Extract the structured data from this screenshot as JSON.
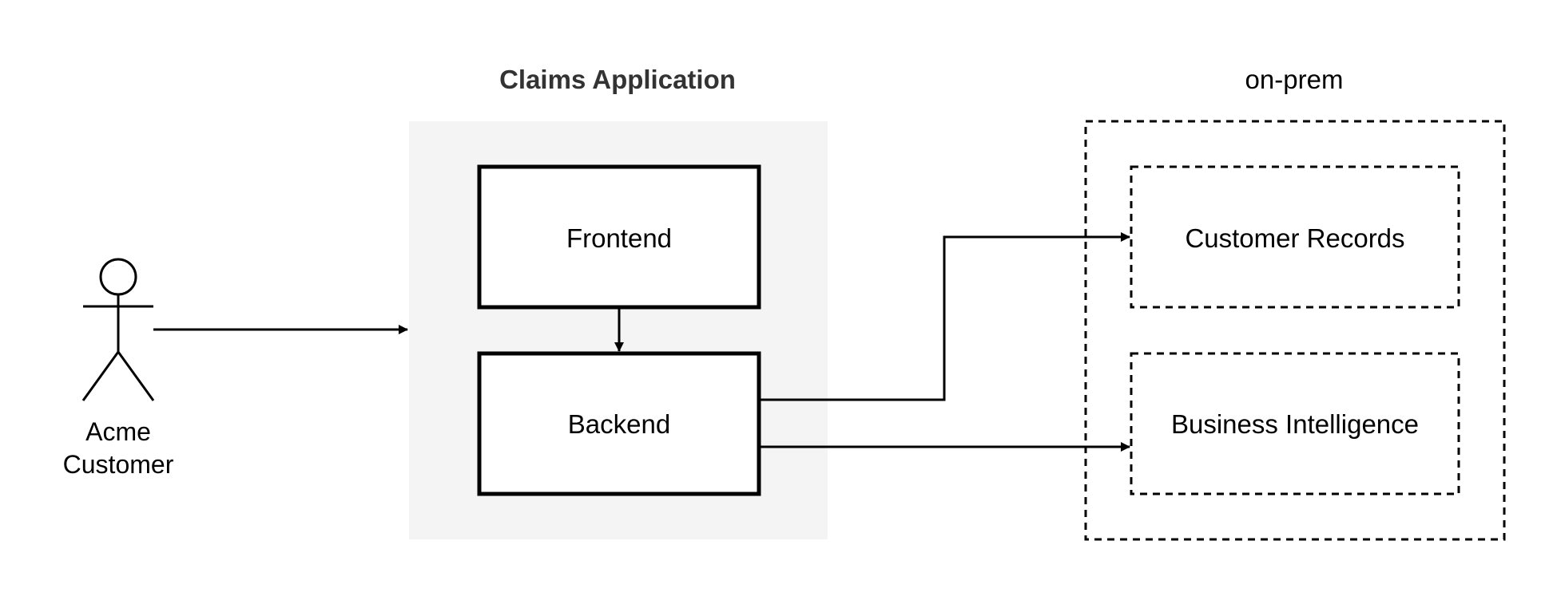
{
  "diagram": {
    "actor": {
      "label_line1": "Acme",
      "label_line2": "Customer"
    },
    "claims_app": {
      "title": "Claims Application",
      "frontend_label": "Frontend",
      "backend_label": "Backend"
    },
    "on_prem": {
      "title": "on-prem",
      "customer_records_label": "Customer Records",
      "business_intelligence_label": "Business Intelligence"
    }
  },
  "colors": {
    "group_fill": "#f4f4f4",
    "stroke": "#000000",
    "title_text": "#333333",
    "background": "#ffffff"
  }
}
